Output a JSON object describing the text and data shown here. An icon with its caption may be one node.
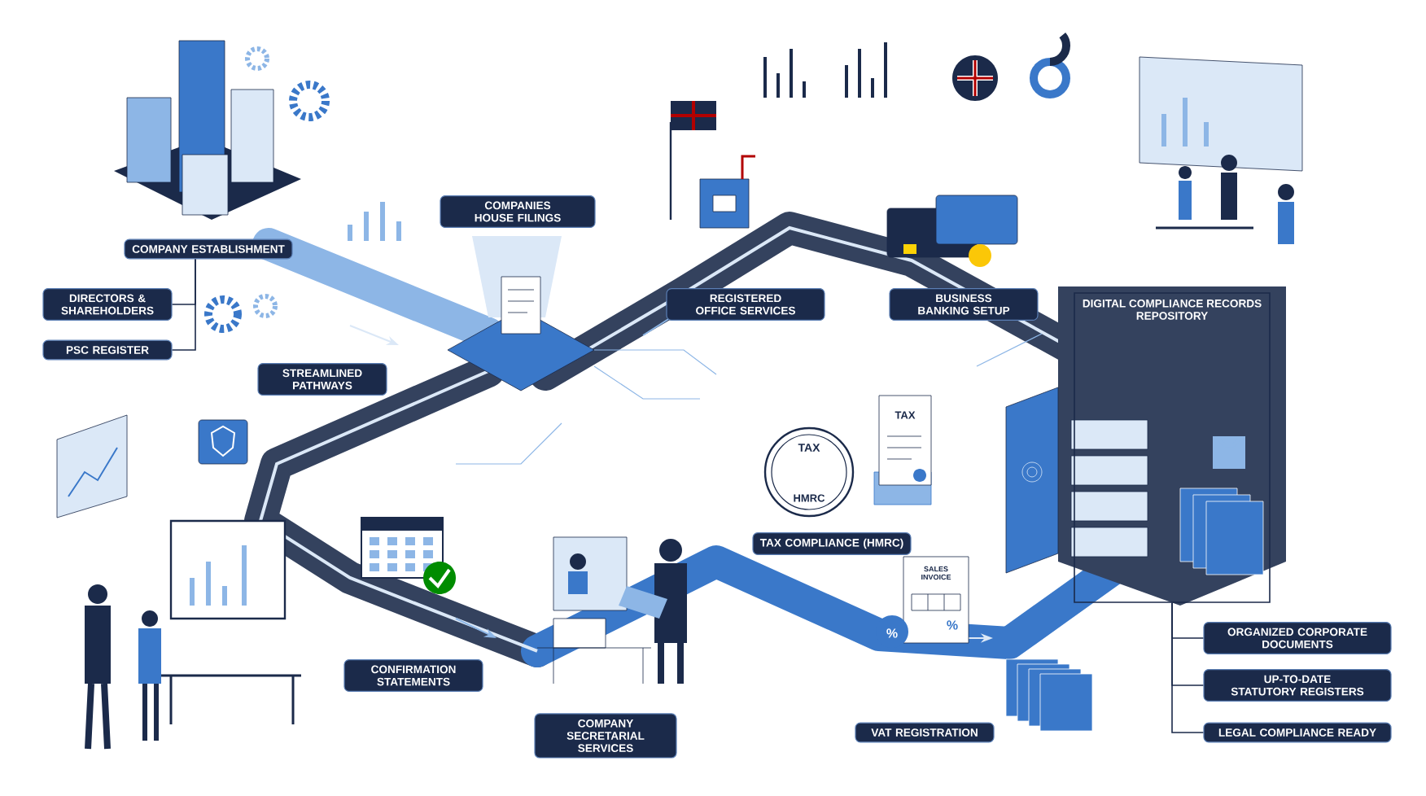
{
  "diagram": {
    "nodes": [
      {
        "text": [
          "COMPANY ESTABLISHMENT"
        ]
      },
      {
        "text": [
          "DIRECTORS & SHAREHOLDERS"
        ]
      },
      {
        "text": [
          "PSC REGISTER"
        ]
      },
      {
        "text": [
          "COMPANIES HOUSE FILINGS"
        ]
      },
      {
        "text": [
          "STREAMLINED PATHWAYS"
        ]
      },
      {
        "text": [
          "REGISTERED OFFICE SERVICES"
        ]
      },
      {
        "text": [
          "BUSINESS BANKING SETUP"
        ]
      },
      {
        "text": [
          "DIGITAL COMPLIANCE RECORDS REPOSITORY"
        ]
      },
      {
        "text": [
          "ORGANIZED CORPORATE DOCUMENTS"
        ]
      },
      {
        "text": [
          "UP-TO-DATE STATUTORY REGISTERS"
        ]
      },
      {
        "text": [
          "LEGAL COMPLIANCE READY"
        ]
      },
      {
        "text": [
          "TAX COMPLIANCE (HMRC)"
        ]
      },
      {
        "text": [
          "CONFIRMATION STATEMENTS"
        ]
      },
      {
        "text": [
          "COMPANY SECRETARIAL SERVICES"
        ]
      },
      {
        "text": [
          "VAT REGISTRATION"
        ]
      }
    ],
    "edges": [
      {
        "from": 0,
        "to": 1,
        "arrow": "none"
      },
      {
        "from": 0,
        "to": 2,
        "arrow": "none"
      },
      {
        "from": 7,
        "to": 8,
        "arrow": "none"
      },
      {
        "from": 7,
        "to": 9,
        "arrow": "none"
      },
      {
        "from": 7,
        "to": 10,
        "arrow": "none"
      }
    ],
    "labels": [
      "TAX",
      "TAX",
      "HMRC",
      "SALES INVOICE",
      "%",
      "%"
    ]
  }
}
